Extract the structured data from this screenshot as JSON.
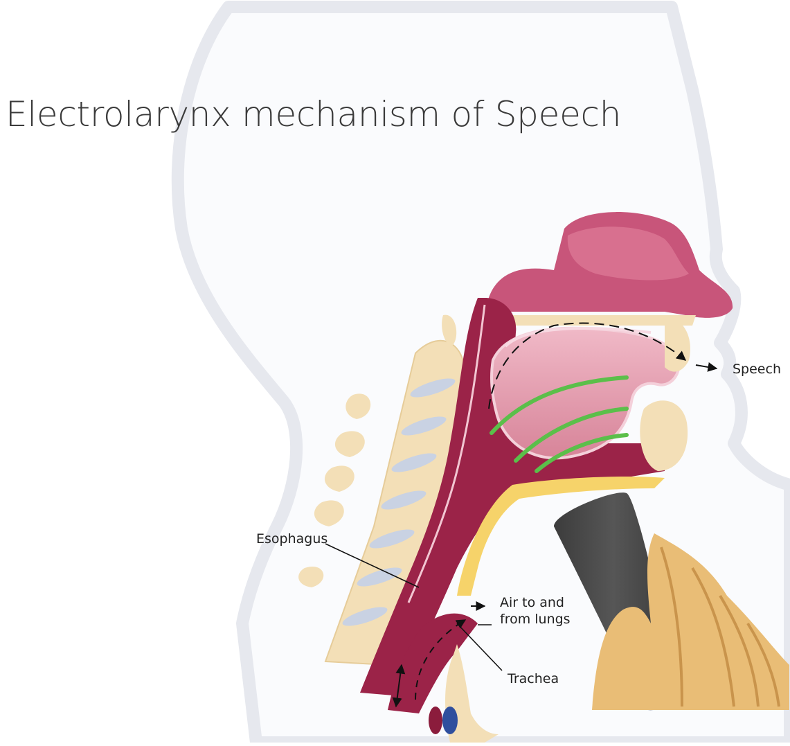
{
  "title": "Electrolarynx mechanism of Speech",
  "labels": {
    "speech": "Speech",
    "esophagus": "Esophagus",
    "air_line1": "Air to and",
    "air_line2": "from lungs",
    "trachea": "Trachea"
  },
  "colors": {
    "background": "#ffffff",
    "head_outline": "#e8e9ef",
    "tissue_pink": "#c8557a",
    "tissue_dark": "#9b2348",
    "tongue": "#e6a4b6",
    "bone": "#f3dfb7",
    "disc": "#c9d2e3",
    "sound_wave": "#5bbf4a",
    "device": "#4b4b4b",
    "hand": "#e9bd76"
  }
}
